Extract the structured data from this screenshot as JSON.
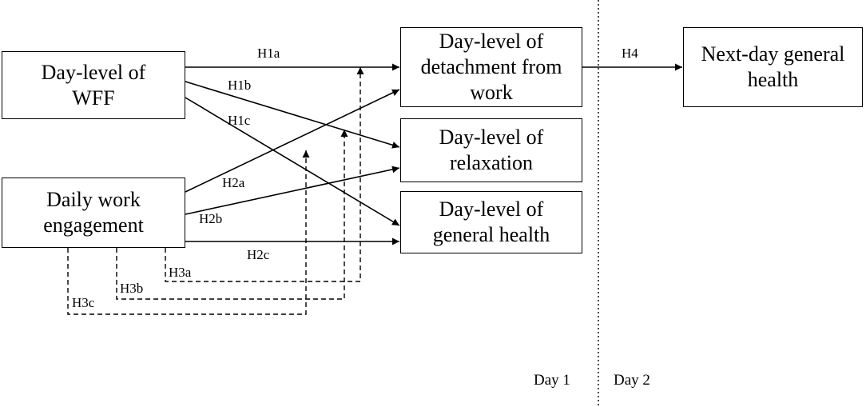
{
  "boxes": {
    "wff": "Day-level of\nWFF",
    "engagement": "Daily work\nengagement",
    "detachment": "Day-level of\ndetachment from\nwork",
    "relaxation": "Day-level of\nrelaxation",
    "general_health": "Day-level of\ngeneral health",
    "next_day_health": "Next-day general\nhealth"
  },
  "paths": {
    "h1a": "H1a",
    "h1b": "H1b",
    "h1c": "H1c",
    "h2a": "H2a",
    "h2b": "H2b",
    "h2c": "H2c",
    "h3a": "H3a",
    "h3b": "H3b",
    "h3c": "H3c",
    "h4": "H4"
  },
  "days": {
    "day1": "Day 1",
    "day2": "Day 2"
  }
}
